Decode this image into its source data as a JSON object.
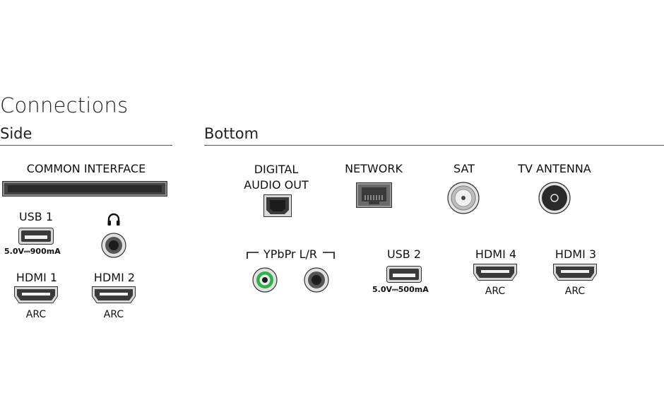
{
  "page": {
    "title": "Connections"
  },
  "side": {
    "heading": "Side",
    "common_interface": "COMMON INTERFACE",
    "usb1": {
      "label": "USB 1",
      "rating": "5.0V⎓900mA"
    },
    "hdmi1": {
      "label": "HDMI 1",
      "sub": "ARC"
    },
    "hdmi2": {
      "label": "HDMI 2",
      "sub": "ARC"
    }
  },
  "bottom": {
    "heading": "Bottom",
    "digital_audio": {
      "line1": "DIGITAL",
      "line2": "AUDIO OUT"
    },
    "network": "NETWORK",
    "sat": "SAT",
    "tv_antenna": "TV ANTENNA",
    "ypbpr": "YPbPr L/R",
    "usb2": {
      "label": "USB 2",
      "rating": "5.0V⎓500mA"
    },
    "hdmi4": {
      "label": "HDMI 4",
      "sub": "ARC"
    },
    "hdmi3": {
      "label": "HDMI 3",
      "sub": "ARC"
    }
  },
  "icons": [
    "common-interface-slot-icon",
    "usb-port-icon",
    "headphones-icon",
    "headphone-jack-icon",
    "hdmi-port-icon",
    "optical-audio-port-icon",
    "ethernet-port-icon",
    "satellite-connector-icon",
    "antenna-connector-icon",
    "rca-green-jack-icon",
    "rca-jack-icon"
  ],
  "colors": {
    "ypbpr_green": "#2db34a",
    "port_dark": "#3a3a3a"
  }
}
